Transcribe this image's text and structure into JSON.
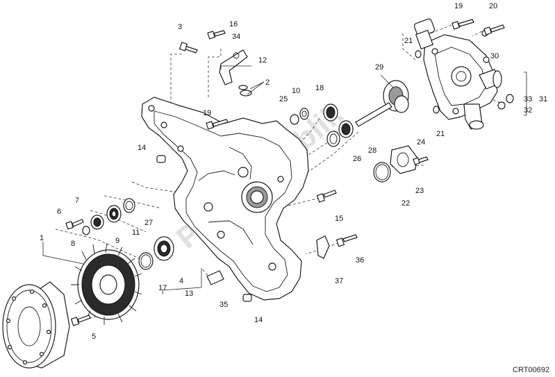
{
  "diagram": {
    "code": "CRT00692",
    "watermark": "PartsRepublik",
    "callouts": [
      {
        "id": "c1",
        "text": "1"
      },
      {
        "id": "c2",
        "text": "2"
      },
      {
        "id": "c3",
        "text": "3"
      },
      {
        "id": "c4",
        "text": "4"
      },
      {
        "id": "c5",
        "text": "5"
      },
      {
        "id": "c6",
        "text": "6"
      },
      {
        "id": "c7",
        "text": "7"
      },
      {
        "id": "c8",
        "text": "8"
      },
      {
        "id": "c9",
        "text": "9"
      },
      {
        "id": "c10",
        "text": "10"
      },
      {
        "id": "c11",
        "text": "11"
      },
      {
        "id": "c12",
        "text": "12"
      },
      {
        "id": "c13",
        "text": "13"
      },
      {
        "id": "c14a",
        "text": "14"
      },
      {
        "id": "c14b",
        "text": "14"
      },
      {
        "id": "c15",
        "text": "15"
      },
      {
        "id": "c16",
        "text": "16"
      },
      {
        "id": "c17",
        "text": "17"
      },
      {
        "id": "c18",
        "text": "18"
      },
      {
        "id": "c19a",
        "text": "19"
      },
      {
        "id": "c19b",
        "text": "19"
      },
      {
        "id": "c20",
        "text": "20"
      },
      {
        "id": "c21a",
        "text": "21"
      },
      {
        "id": "c21b",
        "text": "21"
      },
      {
        "id": "c22",
        "text": "22"
      },
      {
        "id": "c23",
        "text": "23"
      },
      {
        "id": "c24",
        "text": "24"
      },
      {
        "id": "c25",
        "text": "25"
      },
      {
        "id": "c26",
        "text": "26"
      },
      {
        "id": "c27",
        "text": "27"
      },
      {
        "id": "c28",
        "text": "28"
      },
      {
        "id": "c29",
        "text": "29"
      },
      {
        "id": "c30",
        "text": "30"
      },
      {
        "id": "c31",
        "text": "31"
      },
      {
        "id": "c32",
        "text": "32"
      },
      {
        "id": "c33",
        "text": "33"
      },
      {
        "id": "c34",
        "text": "34"
      },
      {
        "id": "c35",
        "text": "35"
      },
      {
        "id": "c36",
        "text": "36"
      },
      {
        "id": "c37",
        "text": "37"
      }
    ]
  }
}
